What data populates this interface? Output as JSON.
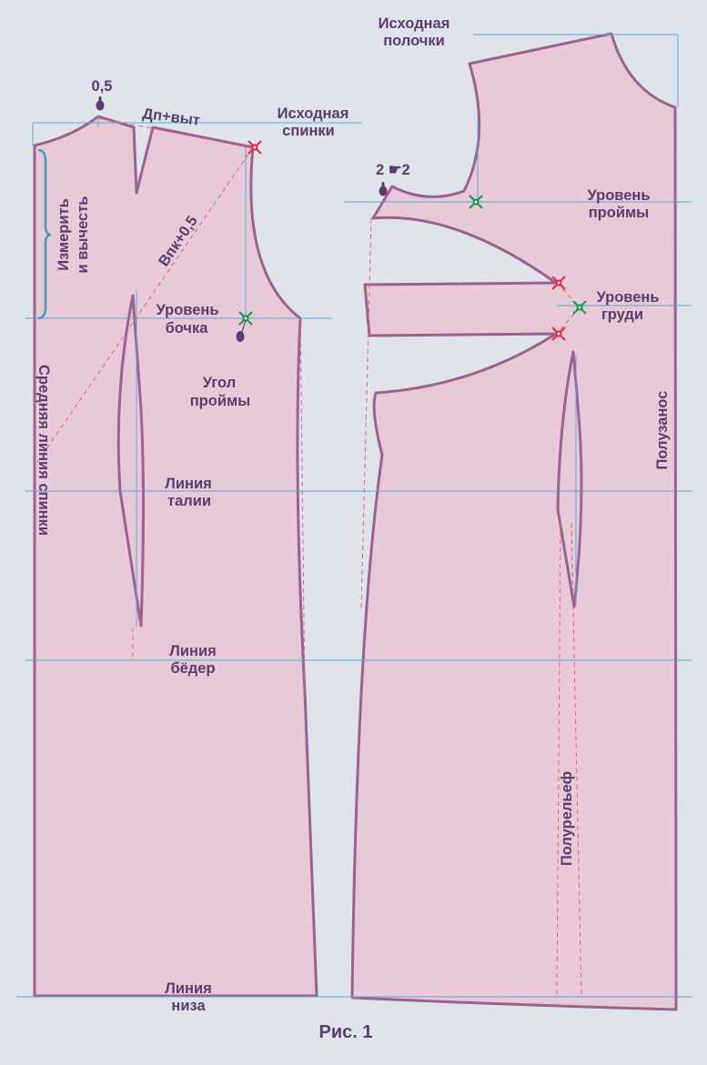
{
  "colors": {
    "background": "#dfe4ea",
    "panel_fill": "#e8c9d7",
    "outline": "#9b6291",
    "guide_line": "#5aa7d8",
    "dashed_line": "#e06070",
    "label_text": "#5a3d6e",
    "measure_bracket": "#3aa0b8",
    "marker_red": "#e0304a",
    "marker_green": "#1a9a50"
  },
  "labels": {
    "back_origin_line1": "Исходная",
    "back_origin_line2": "спинки",
    "front_origin_line1": "Исходная",
    "front_origin_line2": "полочки",
    "shoulder_allowance": "0,5",
    "shoulder_length": "Дп+выт",
    "measure_line1": "Измерить",
    "measure_line2": "и вычесть",
    "armhole_depth": "Впк+0,5",
    "side_level_line1": "Уровень",
    "side_level_line2": "бочка",
    "armhole_corner_line1": "Угол",
    "armhole_corner_line2": "проймы",
    "back_center": "Средняя линия спинки",
    "waist_line1": "Линия",
    "waist_line2": "талии",
    "hip_line1": "Линия",
    "hip_line2": "бёдер",
    "hem_line1": "Линия",
    "hem_line2": "низа",
    "front_transfer": "2 ☛2",
    "armhole_level_line1": "Уровень",
    "armhole_level_line2": "проймы",
    "bust_level_line1": "Уровень",
    "bust_level_line2": "груди",
    "half_overlap": "Полузанос",
    "half_relief": "Полурельеф",
    "figure_caption": "Рис. 1"
  }
}
